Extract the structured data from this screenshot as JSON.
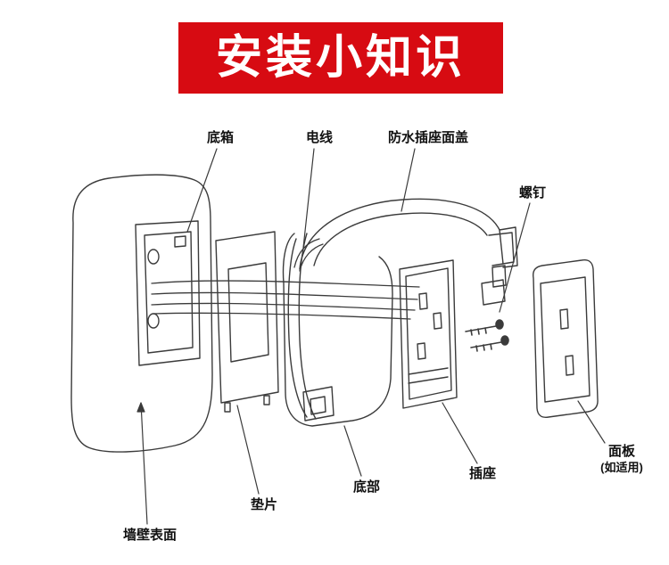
{
  "banner": {
    "title": "安装小知识",
    "bg_color": "#d70b12",
    "text_color": "#ffffff"
  },
  "labels": {
    "bottom_box": "底箱",
    "wire": "电线",
    "waterproof_cover": "防水插座面盖",
    "screw": "螺钉",
    "panel_line1": "面板",
    "panel_line2": "(如适用)",
    "socket": "插座",
    "bottom": "底部",
    "gasket": "垫片",
    "wall_surface": "墙壁表面"
  },
  "colors": {
    "line": "#3b3b3b"
  }
}
